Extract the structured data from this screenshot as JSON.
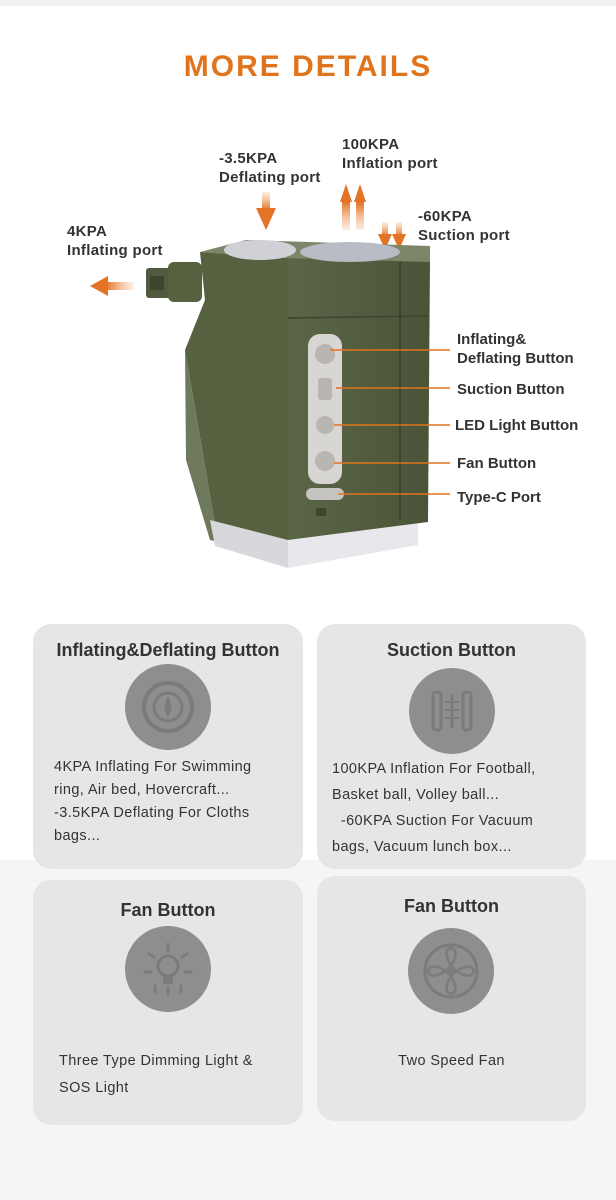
{
  "header": {
    "title": "MORE DETAILS"
  },
  "ports": {
    "inflating": {
      "line1": "4KPA",
      "line2": "Inflating port"
    },
    "deflating": {
      "line1": "-3.5KPA",
      "line2": "Deflating port"
    },
    "inflation": {
      "line1": "100KPA",
      "line2": "Inflation port"
    },
    "suction": {
      "line1": "-60KPA",
      "line2": "Suction port"
    }
  },
  "buttons": {
    "inflate_deflate": {
      "line1": "Inflating&",
      "line2": "Deflating Button"
    },
    "suction": "Suction Button",
    "led": "LED Light Button",
    "fan": "Fan Button",
    "typec": "Type-C Port"
  },
  "cards": [
    {
      "title": "Inflating&Deflating Button",
      "icon": "inflate-deflate-icon",
      "lines": [
        "4KPA Inflating For Swimming",
        "ring, Air bed, Hovercraft...",
        "-3.5KPA Deflating For Cloths",
        "bags..."
      ]
    },
    {
      "title": "Suction Button",
      "icon": "suction-icon",
      "lines": [
        "100KPA Inflation For Football,",
        "Basket ball, Volley ball...",
        "  -60KPA Suction For Vacuum",
        "bags, Vacuum lunch box..."
      ]
    },
    {
      "title": "Fan Button",
      "icon": "light-bulb-icon",
      "lines": [
        "Three Type Dimming Light &",
        "SOS Light"
      ]
    },
    {
      "title": "Fan Button",
      "icon": "fan-icon",
      "lines": [
        "Two Speed Fan"
      ]
    }
  ],
  "colors": {
    "accent": "#e0741c",
    "device": "#4f5a3e",
    "card": "#e6e6e6"
  }
}
